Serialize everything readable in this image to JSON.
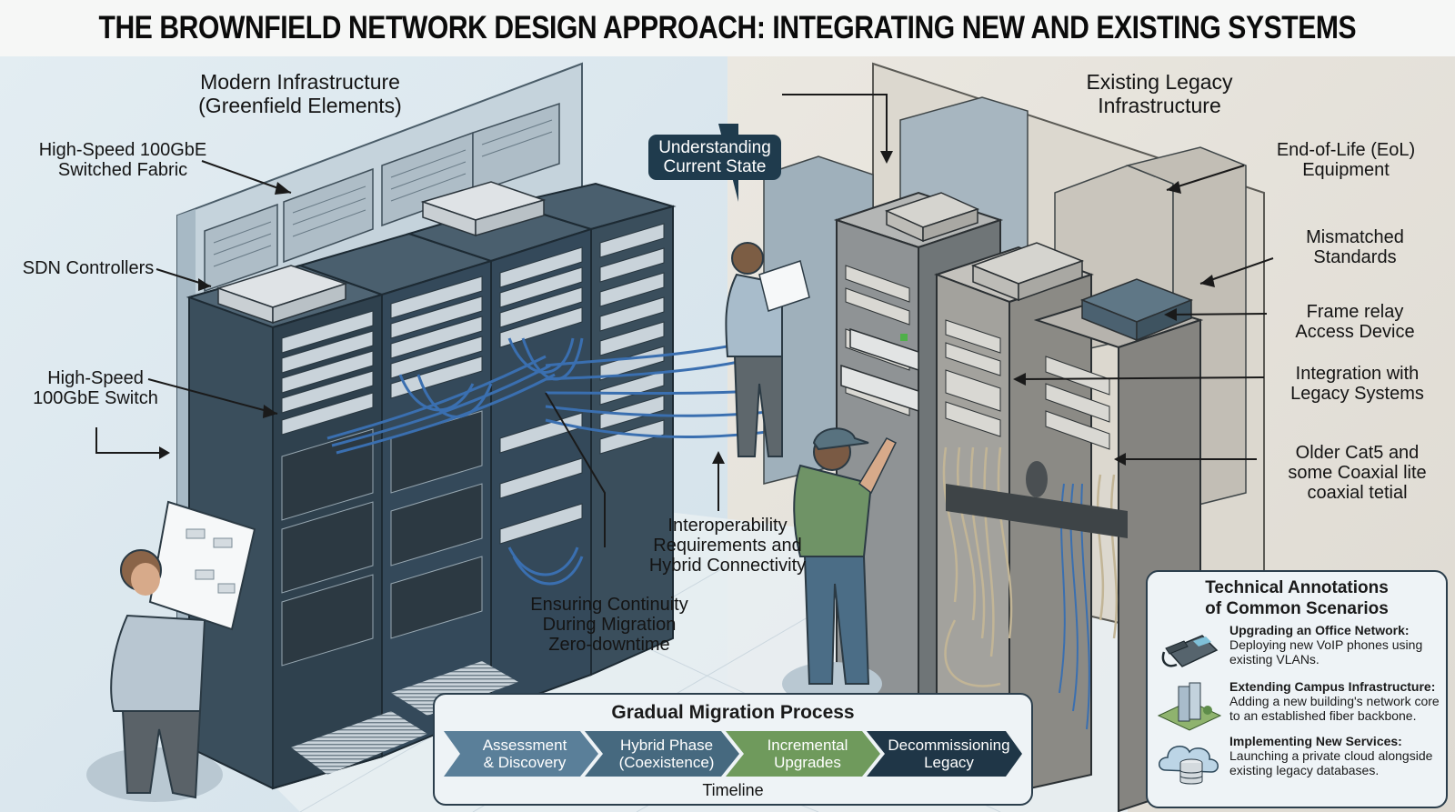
{
  "title": "THE BROWNFIELD NETWORK DESIGN APPROACH: INTEGRATING NEW AND EXISTING SYSTEMS",
  "modern": {
    "heading_line1": "Modern Infrastructure",
    "heading_line2": "(Greenfield Elements)",
    "labels": [
      {
        "line1": "High-Speed 100GbE",
        "line2": "Switched Fabric"
      },
      {
        "line1": "SDN Controllers",
        "line2": ""
      },
      {
        "line1": "High-Speed",
        "line2": "100GbE Switch"
      }
    ]
  },
  "legacy": {
    "heading_line1": "Existing Legacy",
    "heading_line2": "Infrastructure",
    "labels": [
      {
        "line1": "End-of-Life (EoL)",
        "line2": "Equipment"
      },
      {
        "line1": "Mismatched",
        "line2": "Standards"
      },
      {
        "line1": "Frame relay",
        "line2": "Access Device"
      },
      {
        "line1": "Integration with",
        "line2": "Legacy Systems"
      },
      {
        "line1": "Older Cat5 and",
        "line2": "some Coaxial lite",
        "line3": "coaxial tetial"
      }
    ]
  },
  "callout": {
    "line1": "Understanding",
    "line2": "Current State"
  },
  "center_labels": {
    "interop": {
      "line1": "Interoperability",
      "line2": "Requirements and",
      "line3": "Hybrid Connectivity"
    },
    "continuity": {
      "line1": "Ensuring Continuity",
      "line2": "During Migration",
      "line3": "Zero-downtime"
    }
  },
  "migration": {
    "title": "Gradual Migration Process",
    "steps": [
      {
        "line1": "Assessment",
        "line2": "& Discovery",
        "color": "#5a7f99"
      },
      {
        "line1": "Hybrid Phase",
        "line2": "(Coexistence)",
        "color": "#46697f"
      },
      {
        "line1": "Incremental",
        "line2": "Upgrades",
        "color": "#6f9a5c"
      },
      {
        "line1": "Decommissioning",
        "line2": "Legacy",
        "color": "#1f3647"
      }
    ],
    "axis_label": "Timeline"
  },
  "annotations": {
    "title_line1": "Technical Annotations",
    "title_line2": "of Common Scenarios",
    "items": [
      {
        "icon": "voip-phone-icon",
        "heading": "Upgrading an Office Network:",
        "line1": "Deploying new VoIP phones using",
        "line2": "existing VLANs."
      },
      {
        "icon": "campus-buildings-icon",
        "heading": "Extending Campus Infrastructure:",
        "line1": "Adding a new building's network core",
        "line2": "to an established fiber backbone."
      },
      {
        "icon": "cloud-database-icon",
        "heading": "Implementing New Services:",
        "line1": "Launching a private cloud alongside",
        "line2": "existing legacy databases."
      }
    ]
  },
  "colors": {
    "modern_bg": "#dfe9ef",
    "legacy_bg": "#e6e3dc",
    "rack_dark": "#3f5361",
    "cable_blue": "#3c6ea8",
    "cable_beige": "#c7b99a",
    "callout_bg": "#1f3b4d"
  }
}
